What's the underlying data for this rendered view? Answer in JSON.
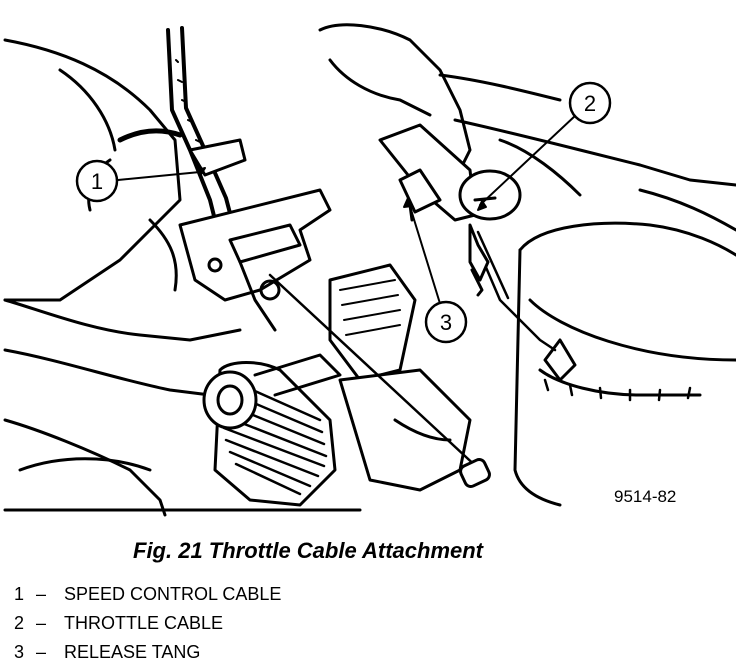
{
  "figure": {
    "drawing_id": "9514-82",
    "callouts": [
      "1",
      "2",
      "3"
    ]
  },
  "caption": "Fig. 21 Throttle Cable Attachment",
  "legend": [
    {
      "number": "1",
      "separator": "–",
      "label": "SPEED CONTROL CABLE"
    },
    {
      "number": "2",
      "separator": "–",
      "label": "THROTTLE CABLE"
    },
    {
      "number": "3",
      "separator": "–",
      "label": "RELEASE TANG"
    }
  ]
}
